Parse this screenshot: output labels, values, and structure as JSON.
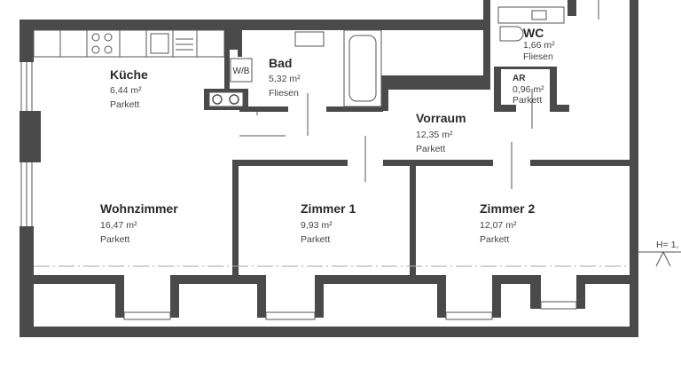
{
  "rooms": [
    {
      "id": "kueche",
      "name": "Küche",
      "area": "6,44 m²",
      "floor": "Parkett"
    },
    {
      "id": "bad",
      "name": "Bad",
      "area": "5,32 m²",
      "floor": "Fliesen"
    },
    {
      "id": "wc",
      "name": "WC",
      "area": "1,66 m²",
      "floor": "Fliesen"
    },
    {
      "id": "ar",
      "name": "AR",
      "area": "0,96 m²",
      "floor": "Parkett"
    },
    {
      "id": "vorraum",
      "name": "Vorraum",
      "area": "12,35 m²",
      "floor": "Parkett"
    },
    {
      "id": "wohnzimmer",
      "name": "Wohnzimmer",
      "area": "16,47 m²",
      "floor": "Parkett"
    },
    {
      "id": "zimmer1",
      "name": "Zimmer 1",
      "area": "9,93 m²",
      "floor": "Parkett"
    },
    {
      "id": "zimmer2",
      "name": "Zimmer 2",
      "area": "12,07 m²",
      "floor": "Parkett"
    }
  ],
  "labels": {
    "wb": "W/B",
    "height": "H= 1,"
  },
  "colors": {
    "wall": "#4a4a4a",
    "background": "#ffffff",
    "text": "#2a2a2a"
  }
}
